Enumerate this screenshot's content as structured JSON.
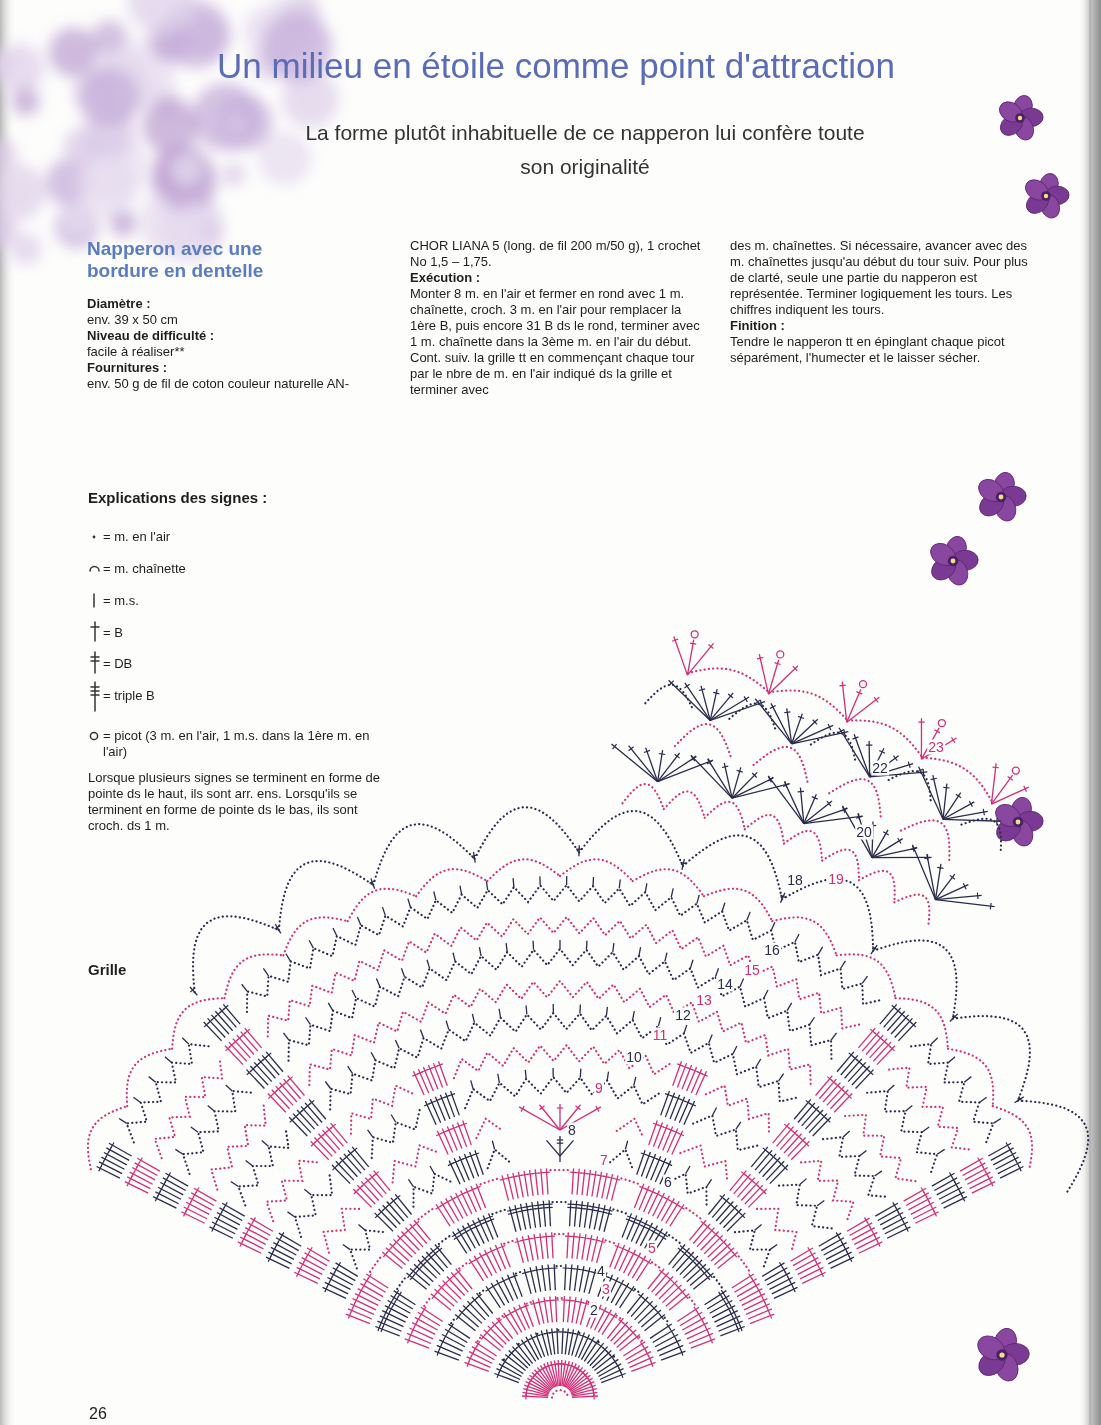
{
  "diagram": {
    "title": "Un milieu en étoile comme point d'attraction",
    "labels": [
      "La forme plutôt inhabituelle de ce napperon lui confère toute son originalité",
      "Napperon avec une bordure en dentelle",
      "Diamètre :",
      "env. 39 x 50 cm",
      "Niveau de difficulté :",
      "facile à réaliser**",
      "Fournitures :",
      "env. 50 g de fil de coton couleur naturelle AN-",
      "CHOR LIANA 5 (long. de fil 200 m/50 g), 1 crochet No 1,5 – 1,75.",
      "Exécution :",
      "Monter 8 m. en l'air et fermer en rond avec 1 m. chaînette, croch. 3 m. en l'air pour remplacer la 1ère B, puis encore 31 B ds le rond, terminer avec 1 m. chaînette dans la 3ème m. en l'air du début. Cont. suiv. la grille tt en commençant chaque tour par le nbre de m. en l'air indiqué ds la grille et terminer avec",
      "des m. chaînettes. Si nécessaire, avancer avec des m. chaînettes jusqu'au début du tour suiv. Pour plus de clarté, seule une partie du napperon est représentée. Terminer logiquement les tours. Les chiffres indiquent les tours.",
      "Finition :",
      "Tendre le napperon tt en épinglant chaque picot séparément, l'humecter et le laisser sécher.",
      "Explications des signes :",
      "Lorsque plusieurs signes se terminent en forme de pointe ds le haut, ils sont arr. ens. Lorsqu'ils se terminent en forme de pointe ds le bas, ils sont croch. ds 1 m.",
      "Grille",
      "2",
      "3",
      "4",
      "5",
      "6",
      "7",
      "8",
      "9",
      "10",
      "11",
      "12",
      "13",
      "14",
      "15",
      "16",
      "18",
      "19",
      "20",
      "22",
      "23",
      "26"
    ],
    "legend": [
      {
        "text": "= m. en l'air"
      },
      {
        "text": "= m. chaînette"
      },
      {
        "text": "= m.s."
      },
      {
        "text": "= B"
      },
      {
        "text": "= DB"
      },
      {
        "text": "= triple B"
      },
      {
        "text": "= picot (3 m. en l'air, 1 m.s. dans la 1ère m. en l'air)"
      }
    ]
  }
}
